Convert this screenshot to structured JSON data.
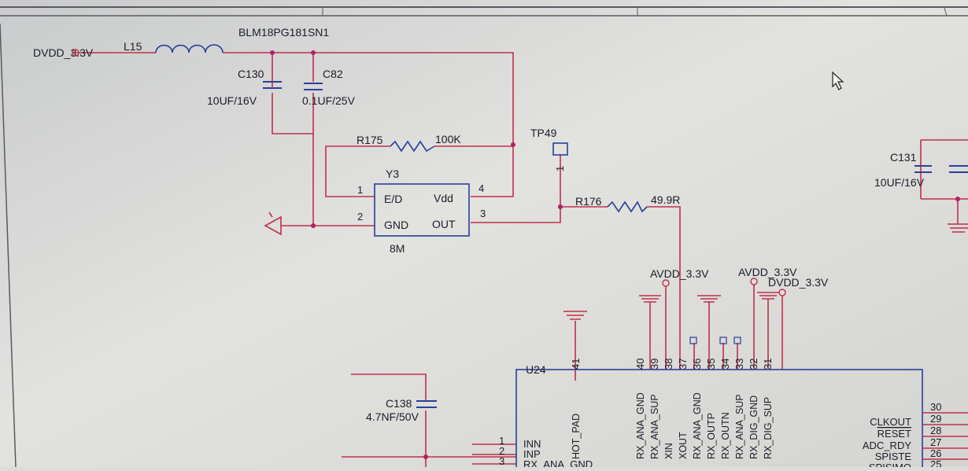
{
  "colors": {
    "wire": "#c0304a",
    "junction": "#b0206a",
    "component": "#2a3f9a",
    "text": "#1c1c2a",
    "background": "#dcdcda"
  },
  "nets": {
    "dvdd_in": "DVDD_3.3V",
    "avdd_a": "AVDD_3.3V",
    "avdd_b": "AVDD_3.3V",
    "dvdd_b": "DVDD_3.3V"
  },
  "components": {
    "l15": {
      "ref": "L15",
      "value": "BLM18PG181SN1"
    },
    "c130": {
      "ref": "C130",
      "value": "10UF/16V"
    },
    "c82": {
      "ref": "C82",
      "value": "0.1UF/25V"
    },
    "r175": {
      "ref": "R175",
      "value": "100K"
    },
    "r176": {
      "ref": "R176",
      "value": "49.9R"
    },
    "tp49": {
      "ref": "TP49",
      "pin": "1"
    },
    "c131": {
      "ref": "C131",
      "value": "10UF/16V"
    },
    "c138": {
      "ref": "C138",
      "value": "4.7NF/50V"
    },
    "y3": {
      "ref": "Y3",
      "value": "8M",
      "pins": [
        {
          "num": "1",
          "name": "E/D"
        },
        {
          "num": "2",
          "name": "GND"
        },
        {
          "num": "3",
          "name": "OUT"
        },
        {
          "num": "4",
          "name": "Vdd"
        }
      ]
    },
    "u24": {
      "ref": "U24",
      "top_pins": [
        {
          "num": "41",
          "name": "HOT_PAD"
        },
        {
          "num": "40",
          "name": "RX_ANA_GND"
        },
        {
          "num": "39",
          "name": "RX_ANA_SUP"
        },
        {
          "num": "38",
          "name": "XIN"
        },
        {
          "num": "37",
          "name": "XOUT"
        },
        {
          "num": "36",
          "name": "RX_ANA_GND"
        },
        {
          "num": "35",
          "name": "RX_OUTP"
        },
        {
          "num": "34",
          "name": "RX_OUTN"
        },
        {
          "num": "33",
          "name": "RX_ANA_SUP"
        },
        {
          "num": "32",
          "name": "RX_DIG_GND"
        },
        {
          "num": "31",
          "name": "RX_DIG_SUP"
        }
      ],
      "left_pins": [
        {
          "num": "1",
          "name": "INN"
        },
        {
          "num": "2",
          "name": "INP"
        },
        {
          "num": "3",
          "name": "RX_ANA_GND"
        }
      ],
      "right_pins": [
        {
          "num": "30",
          "name": ""
        },
        {
          "num": "29",
          "name": "CLKOUT"
        },
        {
          "num": "28",
          "name": "RESET"
        },
        {
          "num": "27",
          "name": "ADC_RDY"
        },
        {
          "num": "26",
          "name": "SPISTE"
        },
        {
          "num": "25",
          "name": "SPISIMO"
        }
      ]
    }
  }
}
